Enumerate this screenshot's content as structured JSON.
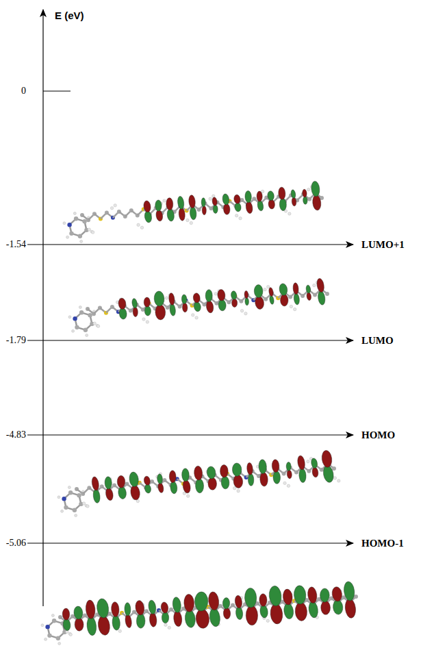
{
  "diagram": {
    "labels": [
      "E (eV)",
      "0",
      "-1.54",
      "LUMO+1",
      "-1.79",
      "LUMO",
      "-4.83",
      "HOMO",
      "-5.06",
      "HOMO-1"
    ]
  }
}
